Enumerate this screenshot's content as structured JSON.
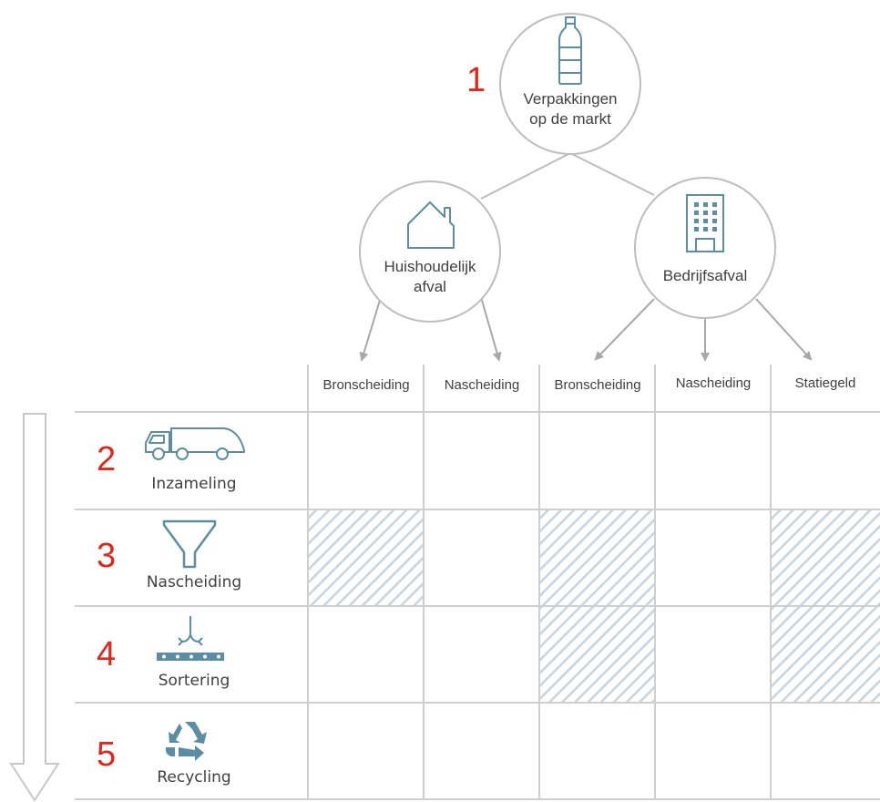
{
  "top_node": {
    "number": "1",
    "label_line1": "Verpakkingen",
    "label_line2": "op de markt",
    "icon": "bottle-icon"
  },
  "branches": [
    {
      "label_line1": "Huishoudelijk",
      "label_line2": "afval",
      "icon": "house-icon"
    },
    {
      "label": "Bedrijfsafval",
      "icon": "office-building-icon"
    }
  ],
  "columns": [
    "Bronscheiding",
    "Nascheiding",
    "Bronscheiding",
    "Nascheiding",
    "Statiegeld"
  ],
  "steps": [
    {
      "number": "2",
      "label": "Inzameling",
      "icon": "garbage-truck-icon"
    },
    {
      "number": "3",
      "label": "Nascheiding",
      "icon": "funnel-icon"
    },
    {
      "number": "4",
      "label": "Sortering",
      "icon": "conveyor-sorting-icon"
    },
    {
      "number": "5",
      "label": "Recycling",
      "icon": "recycle-icon"
    }
  ],
  "not_applicable_cells": [
    [
      1,
      0
    ],
    [
      1,
      2
    ],
    [
      1,
      4
    ],
    [
      2,
      2
    ],
    [
      2,
      4
    ]
  ],
  "colors": {
    "accent": "#e1261c",
    "icon": "#5b8ea3",
    "lines": "#bdbdbd",
    "hatch": "#c9d3e0"
  }
}
